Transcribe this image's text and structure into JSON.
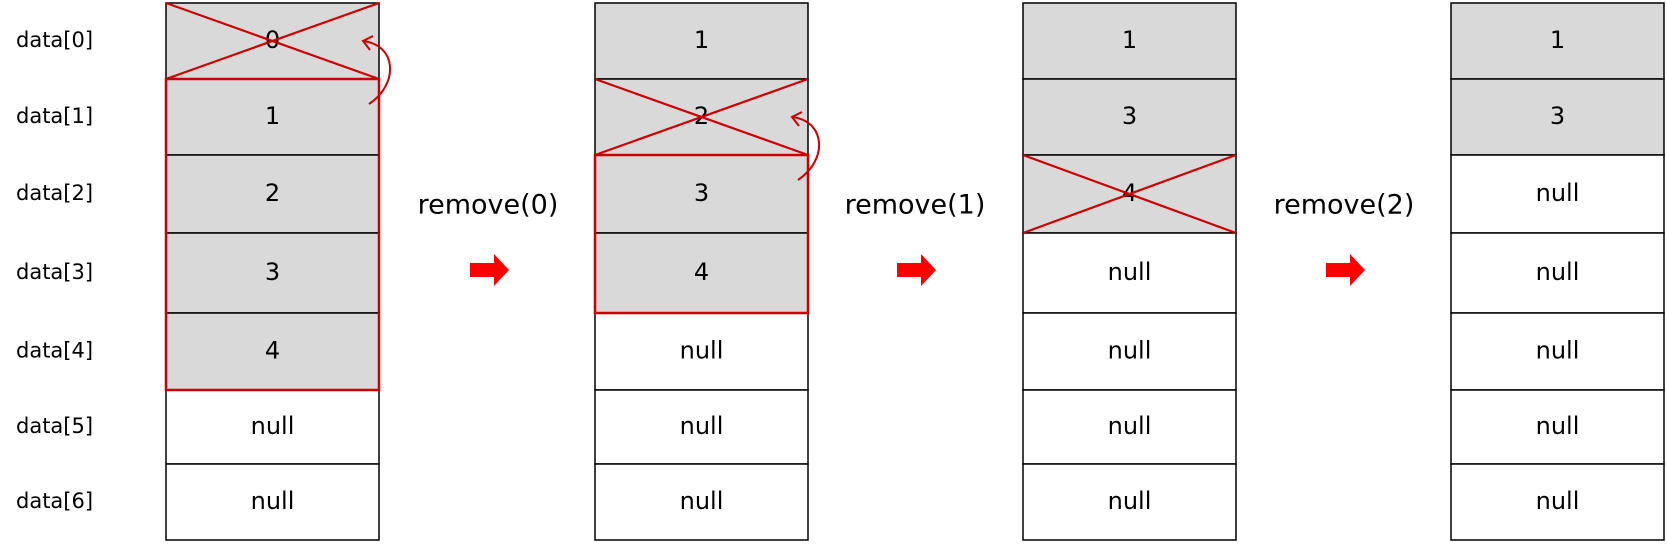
{
  "row_labels": [
    "data[0]",
    "data[1]",
    "data[2]",
    "data[3]",
    "data[4]",
    "data[5]",
    "data[6]"
  ],
  "arrays": [
    {
      "cells": [
        {
          "value": "0",
          "filled": true
        },
        {
          "value": "1",
          "filled": true
        },
        {
          "value": "2",
          "filled": true
        },
        {
          "value": "3",
          "filled": true
        },
        {
          "value": "4",
          "filled": true
        },
        {
          "value": "null",
          "filled": false
        },
        {
          "value": "null",
          "filled": false
        }
      ],
      "crossed_index": 0,
      "shift_range": [
        1,
        4
      ]
    },
    {
      "cells": [
        {
          "value": "1",
          "filled": true
        },
        {
          "value": "2",
          "filled": true
        },
        {
          "value": "3",
          "filled": true
        },
        {
          "value": "4",
          "filled": true
        },
        {
          "value": "null",
          "filled": false
        },
        {
          "value": "null",
          "filled": false
        },
        {
          "value": "null",
          "filled": false
        }
      ],
      "crossed_index": 1,
      "shift_range": [
        2,
        3
      ]
    },
    {
      "cells": [
        {
          "value": "1",
          "filled": true
        },
        {
          "value": "3",
          "filled": true
        },
        {
          "value": "4",
          "filled": true
        },
        {
          "value": "null",
          "filled": false
        },
        {
          "value": "null",
          "filled": false
        },
        {
          "value": "null",
          "filled": false
        },
        {
          "value": "null",
          "filled": false
        }
      ],
      "crossed_index": 2,
      "shift_range": null
    },
    {
      "cells": [
        {
          "value": "1",
          "filled": true
        },
        {
          "value": "3",
          "filled": true
        },
        {
          "value": "null",
          "filled": false
        },
        {
          "value": "null",
          "filled": false
        },
        {
          "value": "null",
          "filled": false
        },
        {
          "value": "null",
          "filled": false
        },
        {
          "value": "null",
          "filled": false
        }
      ],
      "crossed_index": null,
      "shift_range": null
    }
  ],
  "operations": [
    "remove(0)",
    "remove(1)",
    "remove(2)"
  ],
  "colors": {
    "filled": "#d9d9d9",
    "empty": "#ffffff",
    "border": "#000000",
    "highlight": "#cc0000",
    "step_arrow": "#ff0000"
  }
}
